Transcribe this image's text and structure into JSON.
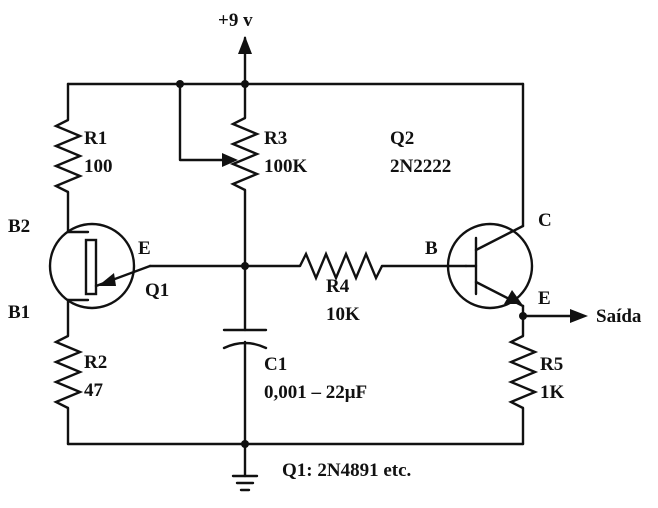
{
  "supply": "+9 v",
  "components": {
    "r1": {
      "name": "R1",
      "value": "100"
    },
    "r2": {
      "name": "R2",
      "value": "47"
    },
    "r3": {
      "name": "R3",
      "value": "100K"
    },
    "r4": {
      "name": "R4",
      "value": "10K"
    },
    "r5": {
      "name": "R5",
      "value": "1K"
    },
    "c1": {
      "name": "C1",
      "value": "0,001 – 22μF"
    },
    "q1": {
      "name": "Q1",
      "b2": "B2",
      "b1": "B1",
      "e": "E"
    },
    "q2": {
      "name": "Q2",
      "part": "2N2222",
      "c": "C",
      "b": "B",
      "e": "E"
    }
  },
  "output": "Saída",
  "note": "Q1: 2N4891 etc."
}
